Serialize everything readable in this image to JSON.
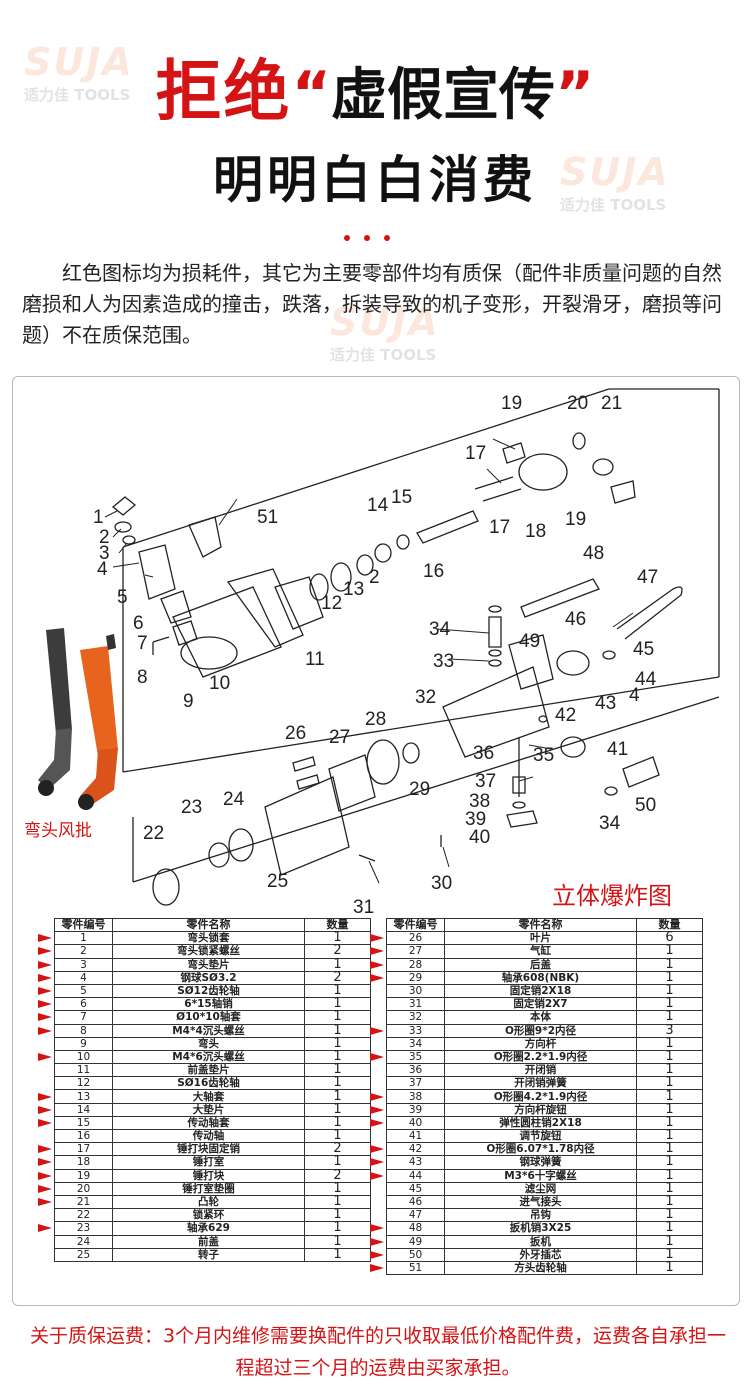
{
  "brand": {
    "logo": "SUJA",
    "watermark": "适力佳 TOOLS"
  },
  "headline": {
    "left": "拒绝",
    "quote_open": "“",
    "middle": "虚假宣传",
    "quote_close": "”"
  },
  "subhead": "明明白白消费",
  "intro": "红色图标均为损耗件，其它为主要零部件均有质保（配件非质量问题的自然磨损和人为因素造成的撞击，跌落，拆装导致的机子变形，开裂滑牙，磨损等问题）不在质保范围。",
  "diagram": {
    "caption": "弯头风批",
    "title": "立体爆炸图",
    "labels": [
      "1",
      "2",
      "3",
      "4",
      "5",
      "6",
      "7",
      "8",
      "9",
      "10",
      "11",
      "12",
      "13",
      "2",
      "14",
      "15",
      "16",
      "17",
      "17",
      "18",
      "19",
      "19",
      "20",
      "21",
      "22",
      "23",
      "24",
      "25",
      "26",
      "27",
      "28",
      "29",
      "30",
      "31",
      "32",
      "33",
      "34",
      "34",
      "35",
      "36",
      "37",
      "38",
      "39",
      "40",
      "41",
      "42",
      "43",
      "44",
      "45",
      "46",
      "47",
      "48",
      "49",
      "50",
      "51",
      "4"
    ]
  },
  "table": {
    "headers": {
      "no": "零件编号",
      "name": "零件名称",
      "qty": "数量"
    },
    "left": [
      {
        "no": "1",
        "name": "弯头锁套",
        "qty": "1",
        "wear": true
      },
      {
        "no": "2",
        "name": "弯头锁紧螺丝",
        "qty": "2",
        "wear": true
      },
      {
        "no": "3",
        "name": "弯头垫片",
        "qty": "1",
        "wear": true
      },
      {
        "no": "4",
        "name": "钢球SØ3.2",
        "qty": "2",
        "wear": true
      },
      {
        "no": "5",
        "name": "SØ12齿轮轴",
        "qty": "1",
        "wear": true
      },
      {
        "no": "6",
        "name": "6*15轴销",
        "qty": "1",
        "wear": true
      },
      {
        "no": "7",
        "name": "Ø10*10轴套",
        "qty": "1",
        "wear": true
      },
      {
        "no": "8",
        "name": "M4*4沉头螺丝",
        "qty": "1",
        "wear": true
      },
      {
        "no": "9",
        "name": "弯头",
        "qty": "1",
        "wear": false
      },
      {
        "no": "10",
        "name": "M4*6沉头螺丝",
        "qty": "1",
        "wear": true
      },
      {
        "no": "11",
        "name": "前盖垫片",
        "qty": "1",
        "wear": false
      },
      {
        "no": "12",
        "name": "SØ16齿轮轴",
        "qty": "1",
        "wear": false
      },
      {
        "no": "13",
        "name": "大轴套",
        "qty": "1",
        "wear": true
      },
      {
        "no": "14",
        "name": "大垫片",
        "qty": "1",
        "wear": true
      },
      {
        "no": "15",
        "name": "传动轴套",
        "qty": "1",
        "wear": true
      },
      {
        "no": "16",
        "name": "传动轴",
        "qty": "1",
        "wear": false
      },
      {
        "no": "17",
        "name": "锤打块固定销",
        "qty": "2",
        "wear": true
      },
      {
        "no": "18",
        "name": "锤打室",
        "qty": "1",
        "wear": true
      },
      {
        "no": "19",
        "name": "锤打块",
        "qty": "2",
        "wear": true
      },
      {
        "no": "20",
        "name": "锤打室垫圈",
        "qty": "1",
        "wear": true
      },
      {
        "no": "21",
        "name": "凸轮",
        "qty": "1",
        "wear": true
      },
      {
        "no": "22",
        "name": "锁紧环",
        "qty": "1",
        "wear": false
      },
      {
        "no": "23",
        "name": "轴承629",
        "qty": "1",
        "wear": true
      },
      {
        "no": "24",
        "name": "前盖",
        "qty": "1",
        "wear": false
      },
      {
        "no": "25",
        "name": "转子",
        "qty": "1",
        "wear": false
      }
    ],
    "right": [
      {
        "no": "26",
        "name": "叶片",
        "qty": "6",
        "wear": true
      },
      {
        "no": "27",
        "name": "气缸",
        "qty": "1",
        "wear": true
      },
      {
        "no": "28",
        "name": "后盖",
        "qty": "1",
        "wear": true
      },
      {
        "no": "29",
        "name": "轴承608(NBK)",
        "qty": "1",
        "wear": true
      },
      {
        "no": "30",
        "name": "固定销2X18",
        "qty": "1",
        "wear": false
      },
      {
        "no": "31",
        "name": "固定销2X7",
        "qty": "1",
        "wear": false
      },
      {
        "no": "32",
        "name": "本体",
        "qty": "1",
        "wear": false
      },
      {
        "no": "33",
        "name": "O形圈9*2内径",
        "qty": "3",
        "wear": true
      },
      {
        "no": "34",
        "name": "方向杆",
        "qty": "1",
        "wear": false
      },
      {
        "no": "35",
        "name": "O形圈2.2*1.9内径",
        "qty": "1",
        "wear": true
      },
      {
        "no": "36",
        "name": "开闭销",
        "qty": "1",
        "wear": false
      },
      {
        "no": "37",
        "name": "开闭销弹簧",
        "qty": "1",
        "wear": false
      },
      {
        "no": "38",
        "name": "O形圈4.2*1.9内径",
        "qty": "1",
        "wear": true
      },
      {
        "no": "39",
        "name": "方向杆旋钮",
        "qty": "1",
        "wear": true
      },
      {
        "no": "40",
        "name": "弹性圆柱销2X18",
        "qty": "1",
        "wear": true
      },
      {
        "no": "41",
        "name": "调节旋钮",
        "qty": "1",
        "wear": false
      },
      {
        "no": "42",
        "name": "O形圈6.07*1.78内径",
        "qty": "1",
        "wear": true
      },
      {
        "no": "43",
        "name": "钢球弹簧",
        "qty": "1",
        "wear": true
      },
      {
        "no": "44",
        "name": "M3*6十字螺丝",
        "qty": "1",
        "wear": true
      },
      {
        "no": "45",
        "name": "滤尘网",
        "qty": "1",
        "wear": false
      },
      {
        "no": "46",
        "name": "进气接头",
        "qty": "1",
        "wear": false
      },
      {
        "no": "47",
        "name": "吊钩",
        "qty": "1",
        "wear": false
      },
      {
        "no": "48",
        "name": "扳机销3X25",
        "qty": "1",
        "wear": true
      },
      {
        "no": "49",
        "name": "扳机",
        "qty": "1",
        "wear": true
      },
      {
        "no": "50",
        "name": "外牙插芯",
        "qty": "1",
        "wear": true
      },
      {
        "no": "51",
        "name": "方头齿轮轴",
        "qty": "1",
        "wear": true
      }
    ]
  },
  "footer": "关于质保运费：3个月内维修需要换配件的只收取最低价格配件费，运费各自承担一程超过三个月的运费由买家承担。",
  "colors": {
    "accent": "#d41414",
    "text": "#222222"
  }
}
